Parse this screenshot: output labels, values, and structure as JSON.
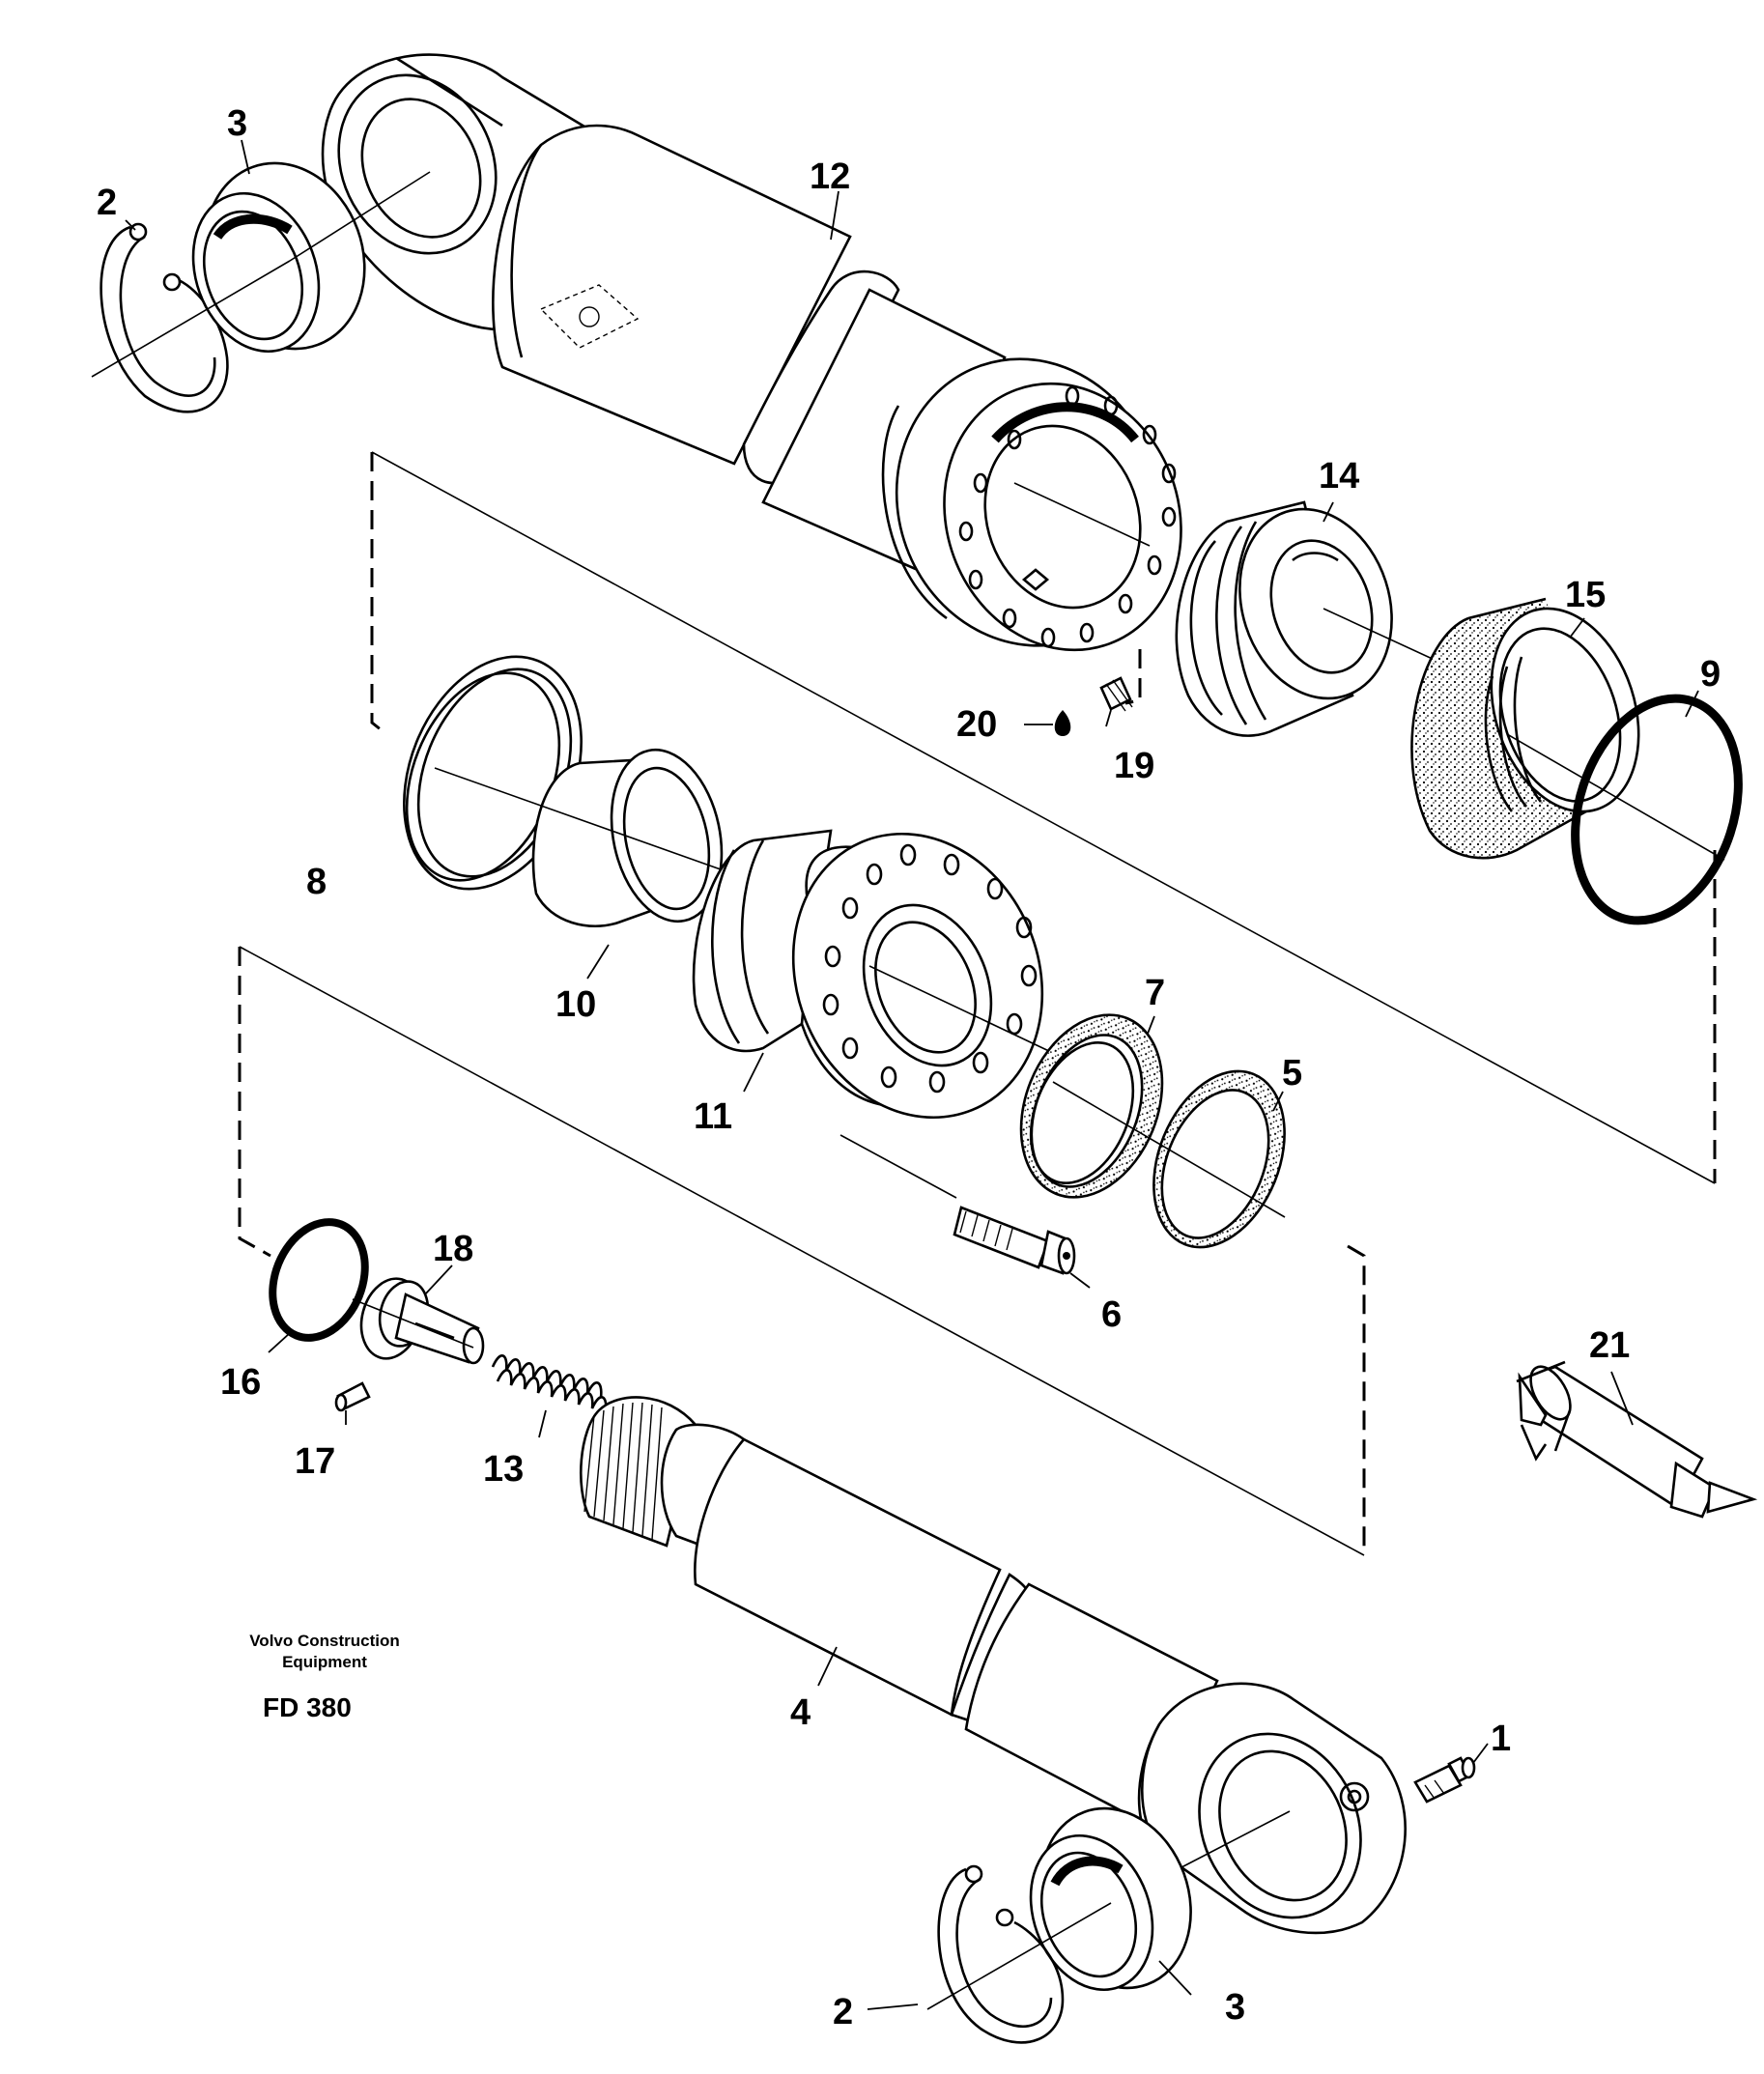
{
  "drawing": {
    "company_line1": "Volvo Construction",
    "company_line2": "Equipment",
    "code": "FD 380"
  },
  "callouts": {
    "c1": "1",
    "c2a": "2",
    "c2b": "2",
    "c3a": "3",
    "c3b": "3",
    "c4": "4",
    "c5": "5",
    "c6": "6",
    "c7": "7",
    "c8": "8",
    "c9": "9",
    "c10": "10",
    "c11": "11",
    "c12": "12",
    "c13": "13",
    "c14": "14",
    "c15": "15",
    "c16": "16",
    "c17": "17",
    "c18": "18",
    "c19": "19",
    "c20": "20",
    "c21": "21"
  }
}
